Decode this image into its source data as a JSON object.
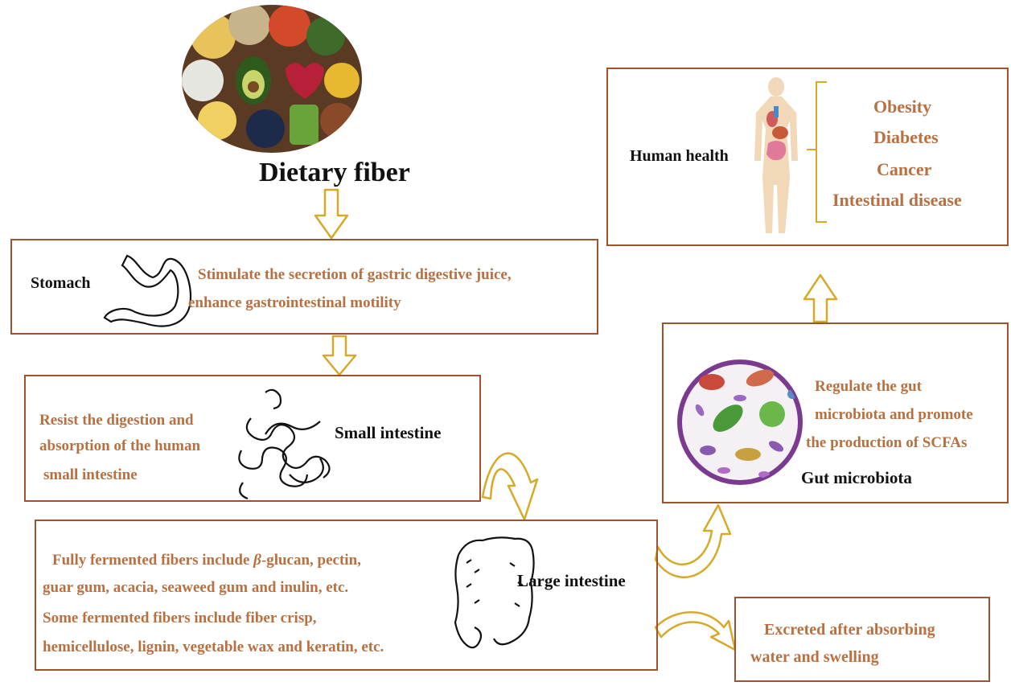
{
  "title": "Dietary fiber",
  "colors": {
    "box_border": "#a0522d",
    "text_accent": "#b87040",
    "arrow": "#d8a928"
  },
  "stomach": {
    "label": "Stomach",
    "line1": "Stimulate the secretion of gastric digestive juice,",
    "line2": "enhance gastrointestinal motility",
    "icon": "stomach-icon"
  },
  "small_intestine": {
    "label": "Small intestine",
    "line1": "Resist the digestion and",
    "line2": "absorption of the human",
    "line3": "small intestine",
    "icon": "small-intestine-icon"
  },
  "large_intestine": {
    "label": "Large intestine",
    "line1_prefix": "Fully fermented fibers include ",
    "line1_beta": "β",
    "line1_suffix": "-glucan, pectin,",
    "line2": "guar gum, acacia, seaweed gum and inulin, etc.",
    "line3": "Some fermented fibers include fiber crisp,",
    "line4": "hemicellulose, lignin, vegetable wax and keratin, etc.",
    "icon": "large-intestine-icon"
  },
  "excreted": {
    "line1": "Excreted after absorbing",
    "line2": "water and swelling"
  },
  "gut_microbiota": {
    "label": "Gut microbiota",
    "line1": "Regulate the gut",
    "line2": "microbiota and promote",
    "line3": "the production of SCFAs",
    "icon": "microbiota-icon"
  },
  "human_health": {
    "label": "Human health",
    "diseases": [
      "Obesity",
      "Diabetes",
      "Cancer",
      "Intestinal disease"
    ],
    "icon": "human-body-icon"
  }
}
